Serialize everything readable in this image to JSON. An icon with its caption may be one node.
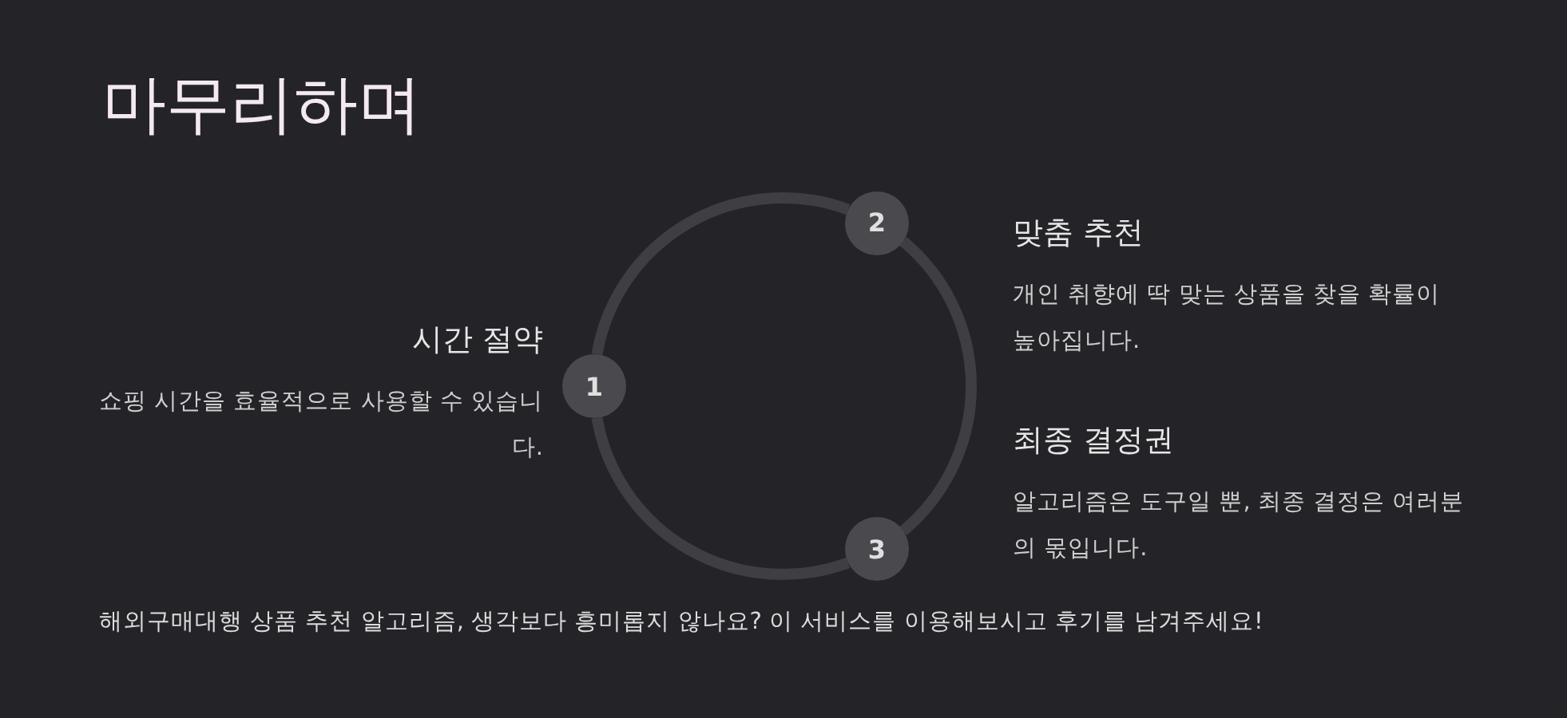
{
  "diagram": {
    "title": "마무리하며",
    "nodes": [
      {
        "text": [
          "1"
        ],
        "beside": [
          "시간 절약",
          "쇼핑 시간을 효율적으로 사용할 수 있습니다."
        ]
      },
      {
        "text": [
          "2"
        ],
        "beside": [
          "맞춤 추천",
          "개인 취향에 딱 맞는 상품을 찾을 확률이 높아집니다."
        ]
      },
      {
        "text": [
          "3"
        ],
        "beside": [
          "최종 결정권",
          "알고리즘은 도구일 뿐, 최종 결정은 여러분의 몫입니다."
        ]
      }
    ],
    "edges": [
      {
        "from": 0,
        "to": 1,
        "arrow": "none"
      },
      {
        "from": 1,
        "to": 2,
        "arrow": "none"
      },
      {
        "from": 2,
        "to": 0,
        "arrow": "none"
      }
    ],
    "labels": [
      "해외구매대행 상품 추천 알고리즘, 생각보다 흥미롭지 않나요? 이 서비스를 이용해보시고 후기를 남겨주세요!"
    ]
  }
}
